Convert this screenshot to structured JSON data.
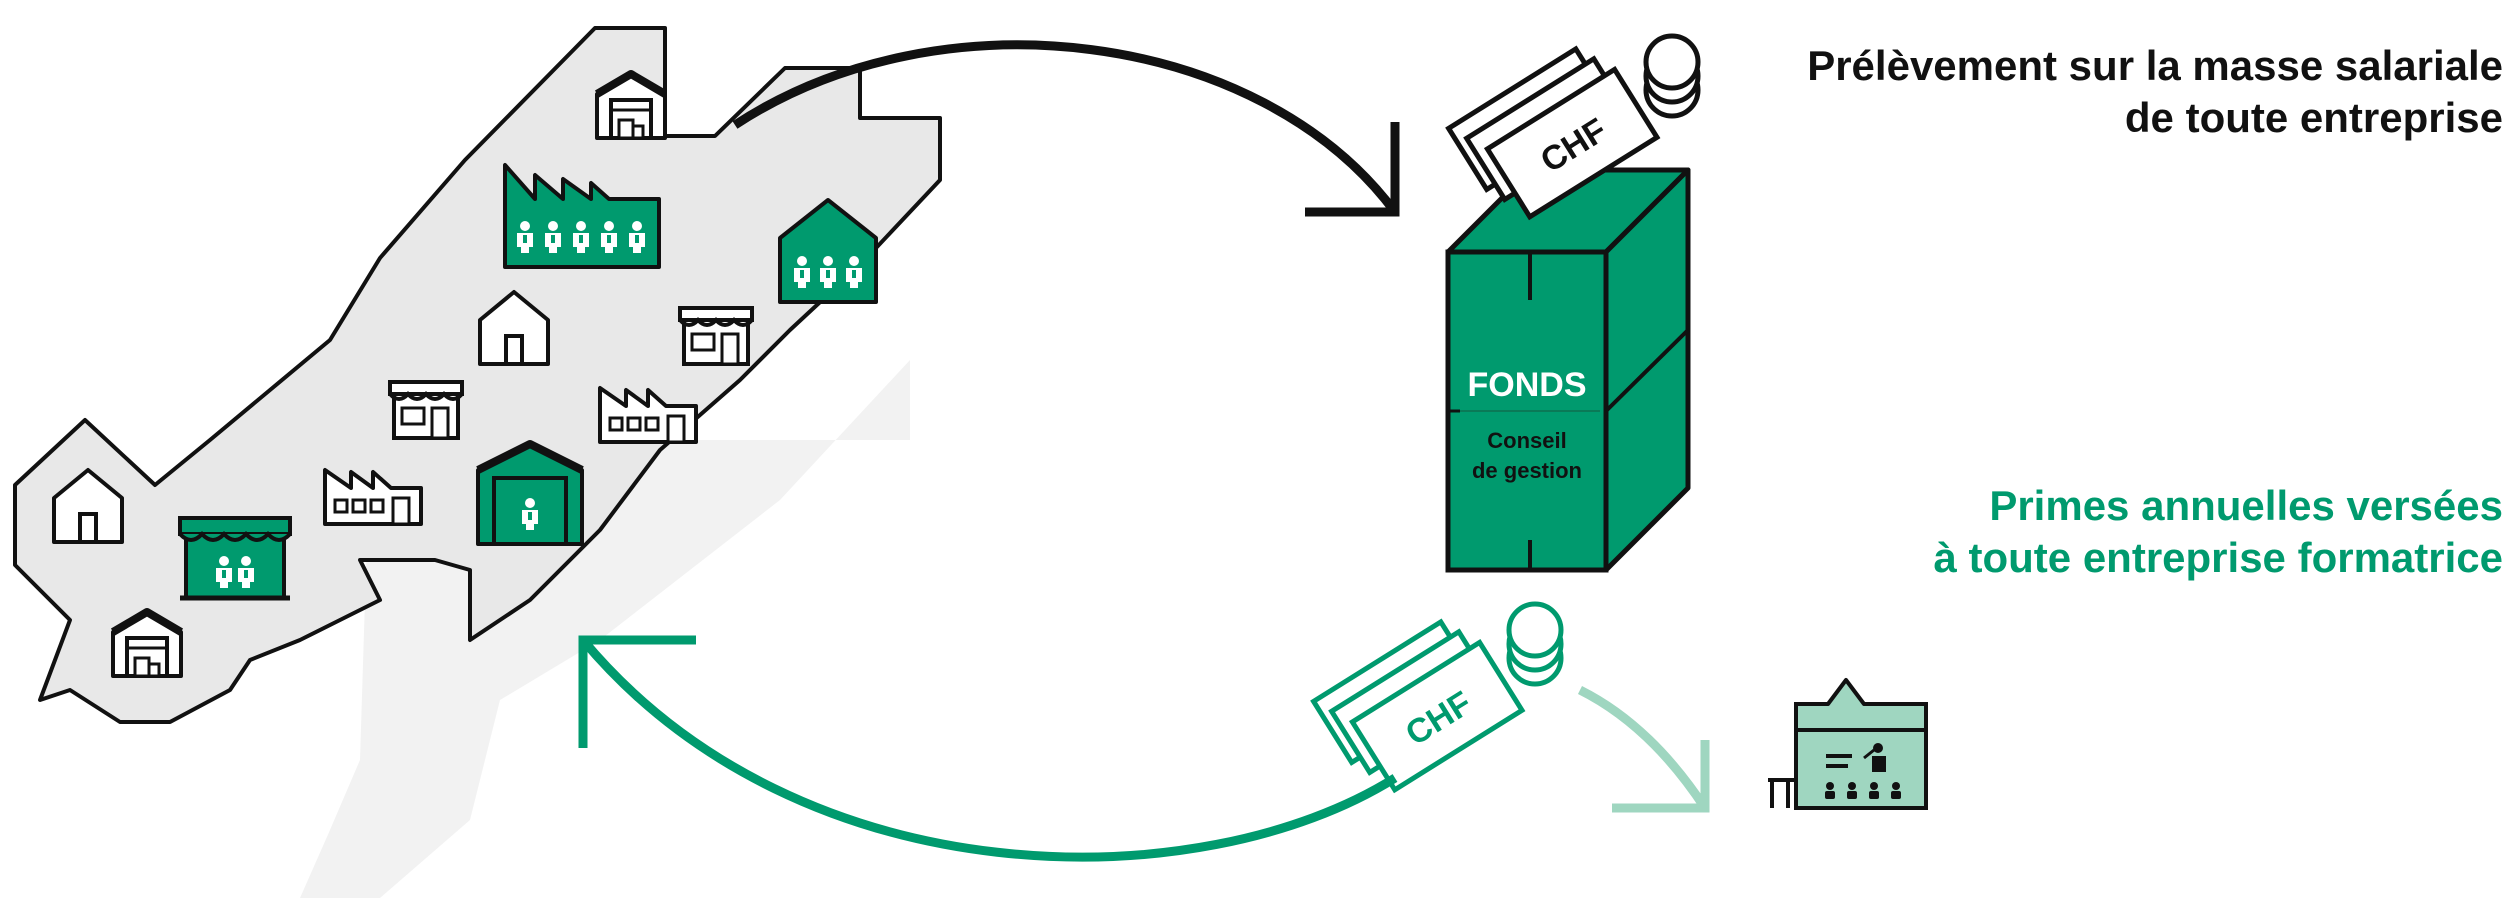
{
  "fund_box": {
    "title": "FONDS",
    "subtitle_line1": "Conseil",
    "subtitle_line2": "de gestion"
  },
  "currency_label": "CHF",
  "labels": {
    "levy_line1": "Prélèvement sur la masse salariale",
    "levy_line2": "de toute entreprise",
    "bonus_line1": "Primes annuelles versées",
    "bonus_line2": "à toute entreprise formatrice"
  },
  "colors": {
    "accent_green": "#009a6e",
    "light_green": "#9fd6c0",
    "region_fill": "#e8e8e8",
    "outline": "#111111"
  },
  "icons": [
    "warehouse-icon",
    "factory-icon",
    "house-icon",
    "shop-icon",
    "training-building-icon",
    "banknote-icon",
    "coin-stack-icon"
  ]
}
